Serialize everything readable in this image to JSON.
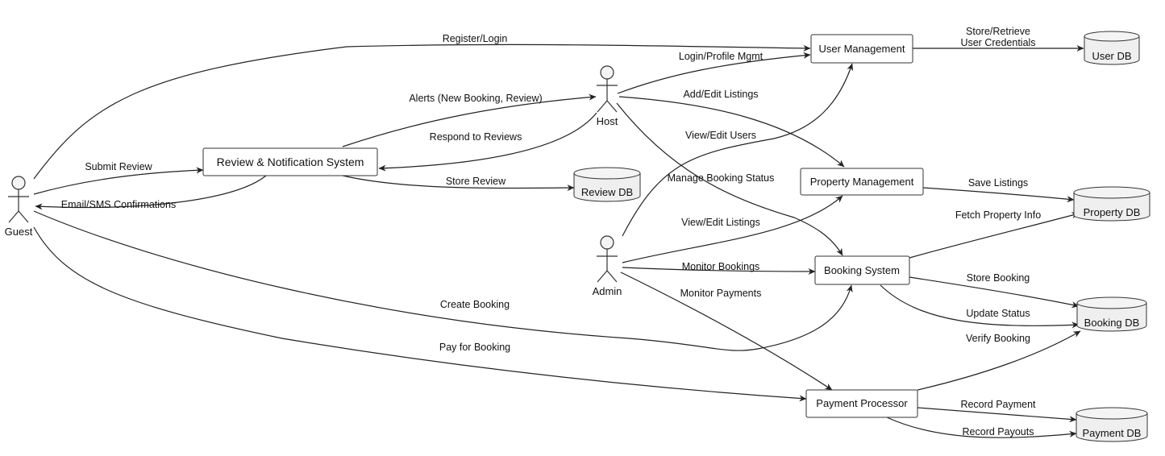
{
  "actors": {
    "guest": "Guest",
    "host": "Host",
    "admin": "Admin"
  },
  "components": {
    "user_management": "User Management",
    "review_notification": "Review & Notification System",
    "property_management": "Property Management",
    "booking_system": "Booking System",
    "payment_processor": "Payment Processor"
  },
  "databases": {
    "user_db": "User DB",
    "review_db": "Review DB",
    "property_db": "Property DB",
    "booking_db": "Booking DB",
    "payment_db": "Payment DB"
  },
  "edges": {
    "register_login": "Register/Login",
    "store_retrieve_1": "Store/Retrieve",
    "store_retrieve_2": "User Credentials",
    "login_profile": "Login/Profile Mgmt",
    "alerts": "Alerts (New Booking, Review)",
    "add_edit_listings": "Add/Edit Listings",
    "respond_reviews": "Respond to Reviews",
    "view_edit_users": "View/Edit Users",
    "submit_review": "Submit Review",
    "store_review": "Store Review",
    "manage_booking_status": "Manage Booking Status",
    "save_listings": "Save Listings",
    "email_sms": "Email/SMS Confirmations",
    "fetch_property": "Fetch Property Info",
    "view_edit_listings": "View/Edit Listings",
    "monitor_bookings": "Monitor Bookings",
    "store_booking": "Store Booking",
    "monitor_payments": "Monitor Payments",
    "create_booking": "Create Booking",
    "update_status": "Update Status",
    "verify_booking": "Verify Booking",
    "pay_for_booking": "Pay for Booking",
    "record_payment": "Record Payment",
    "record_payouts": "Record Payouts"
  }
}
